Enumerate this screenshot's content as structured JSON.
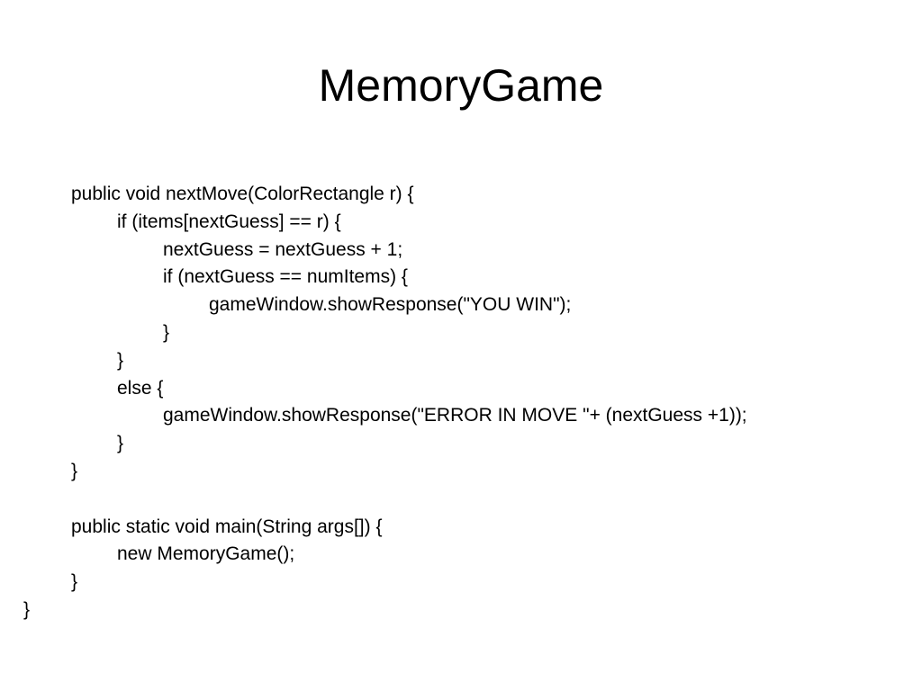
{
  "slide": {
    "title": "MemoryGame",
    "code_lines": [
      {
        "text": "public void nextMove(ColorRectangle r) {",
        "indent": 1
      },
      {
        "text": "if (items[nextGuess] == r) {",
        "indent": 2
      },
      {
        "text": "nextGuess = nextGuess + 1;",
        "indent": 3
      },
      {
        "text": "if (nextGuess == numItems) {",
        "indent": 3
      },
      {
        "text": "gameWindow.showResponse(\"YOU WIN\");",
        "indent": 4
      },
      {
        "text": "}",
        "indent": 3
      },
      {
        "text": "}",
        "indent": 2
      },
      {
        "text": "else {",
        "indent": 2
      },
      {
        "text": "gameWindow.showResponse(\"ERROR IN MOVE \"+ (nextGuess +1));",
        "indent": 3
      },
      {
        "text": "}",
        "indent": 2
      },
      {
        "text": "}",
        "indent": 1
      },
      {
        "text": "",
        "indent": 0
      },
      {
        "text": "public static void main(String args[]) {",
        "indent": 1
      },
      {
        "text": "new MemoryGame();",
        "indent": 2
      },
      {
        "text": "}",
        "indent": 1
      },
      {
        "text": "}",
        "indent": 0
      }
    ]
  }
}
